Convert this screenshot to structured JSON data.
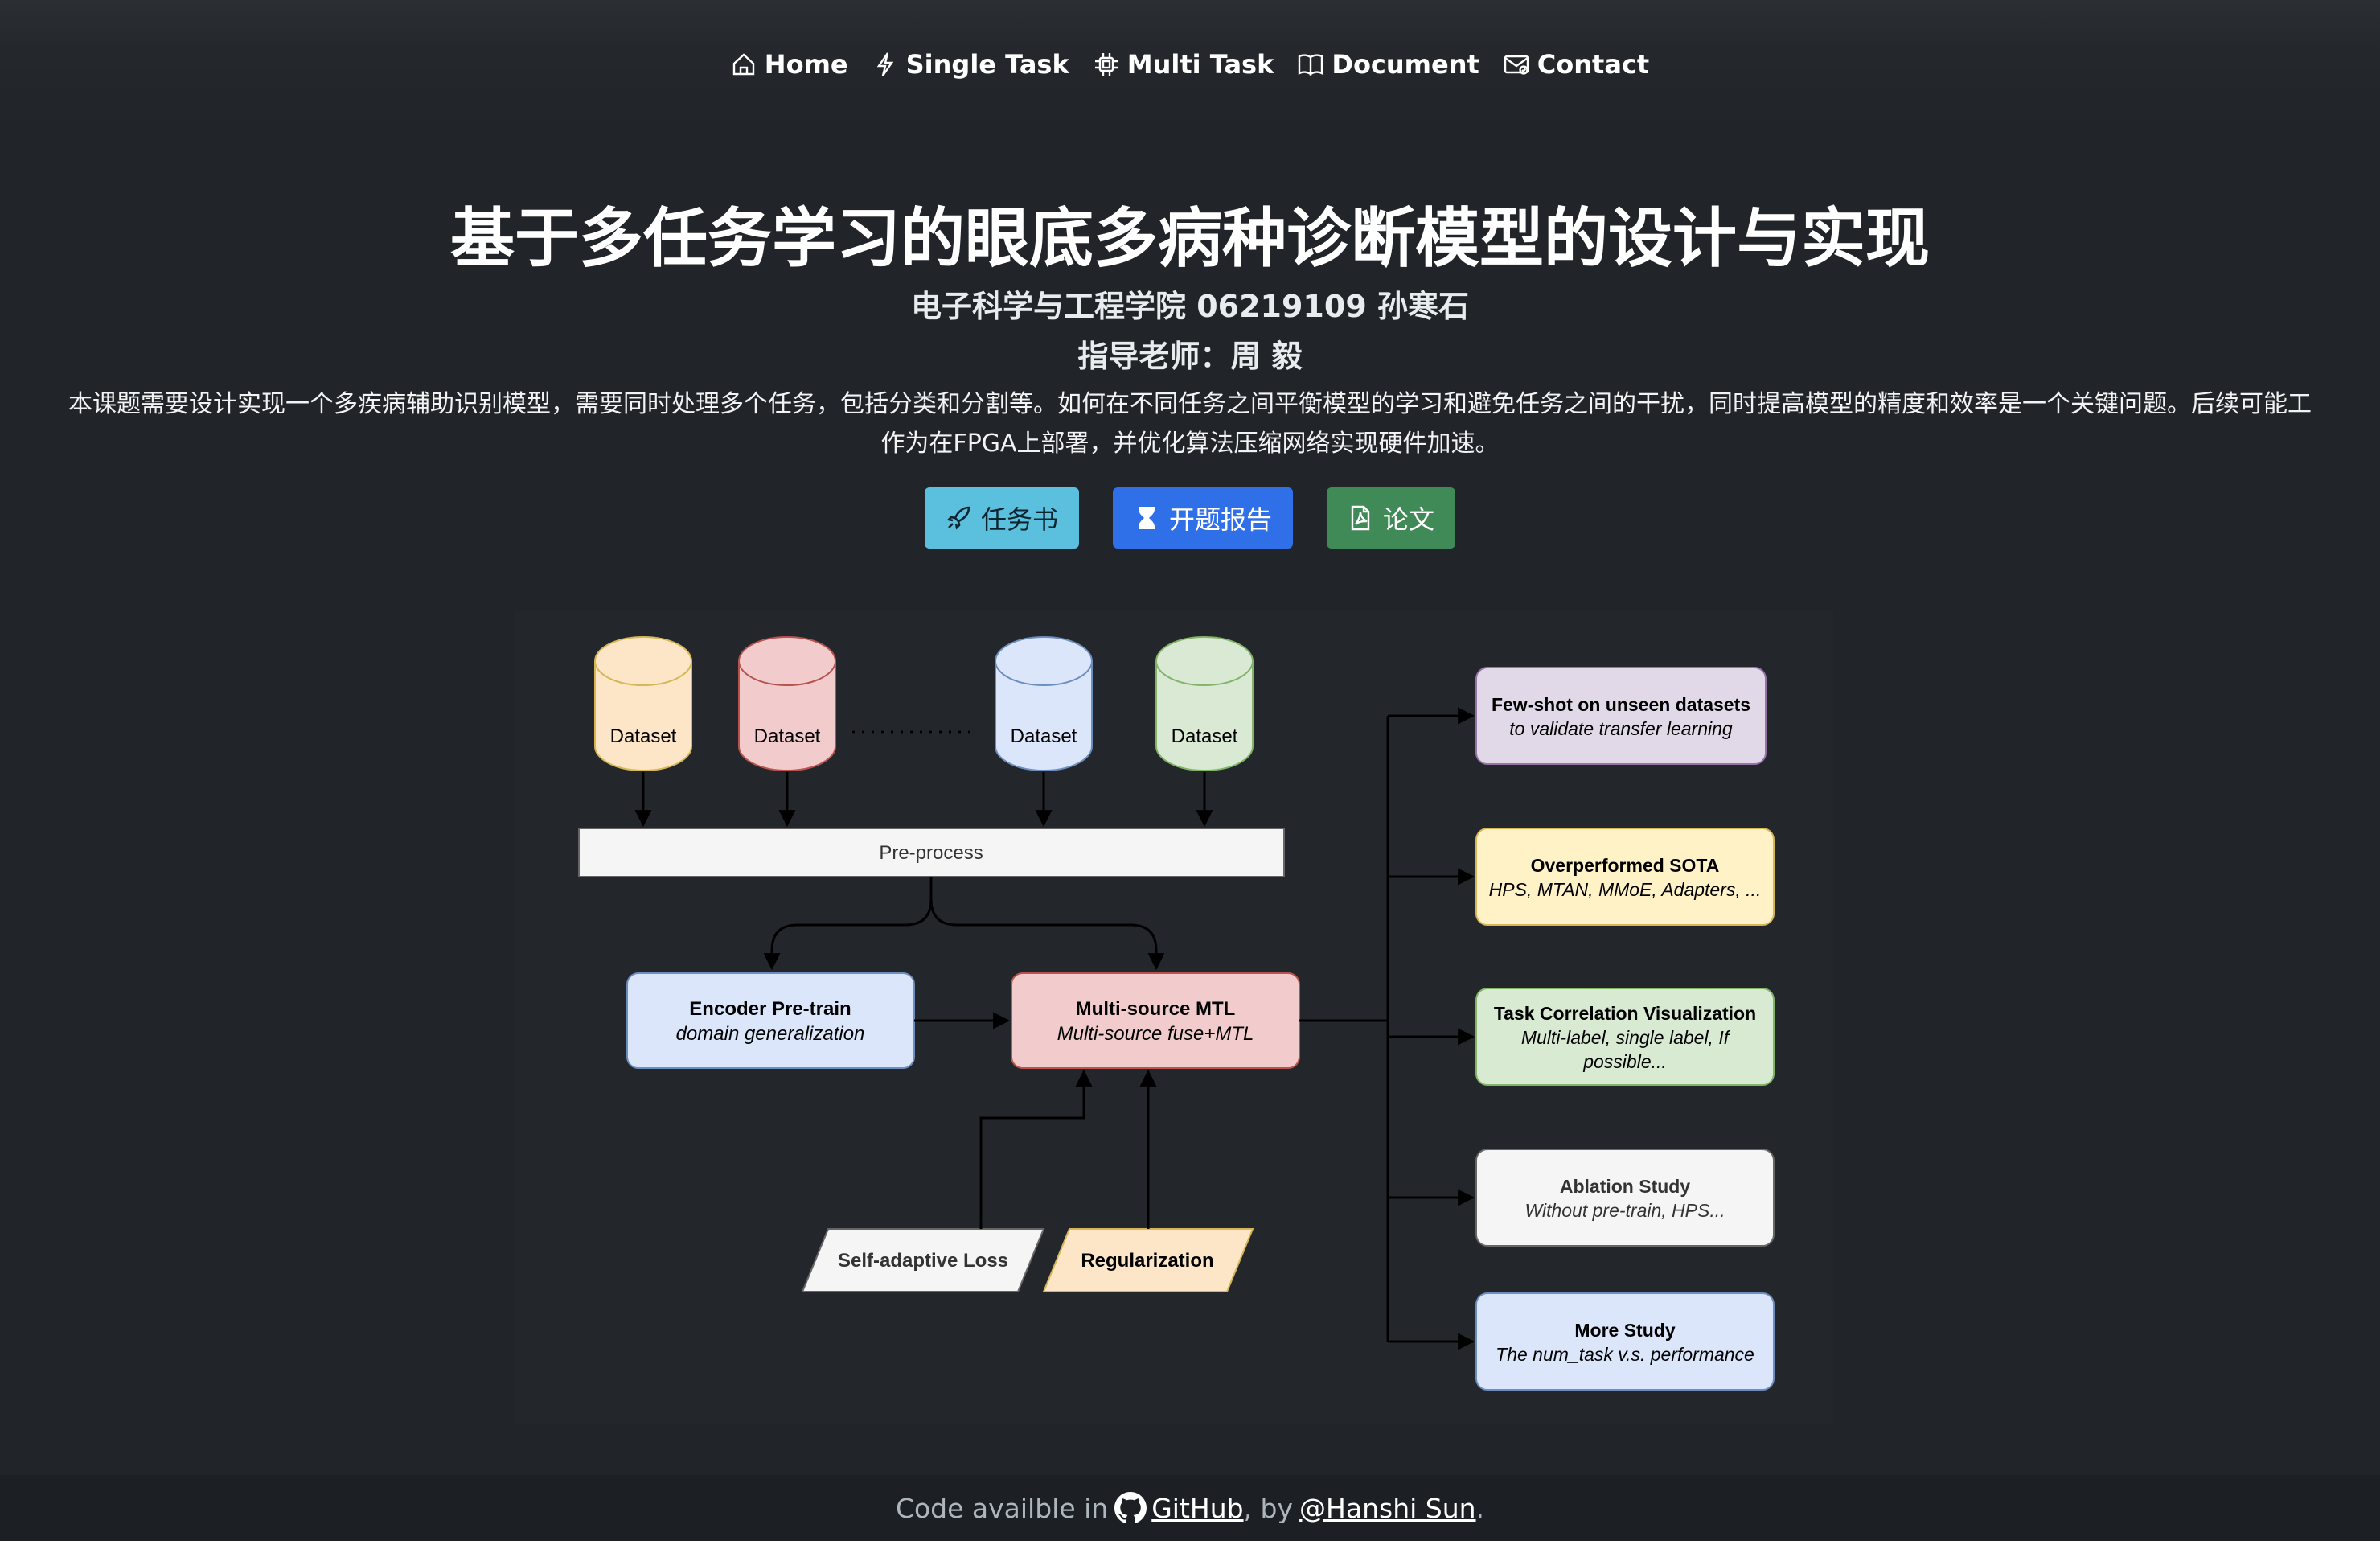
{
  "nav": {
    "items": [
      {
        "label": "Home",
        "icon": "home-icon"
      },
      {
        "label": "Single Task",
        "icon": "lightning-icon"
      },
      {
        "label": "Multi Task",
        "icon": "cpu-icon"
      },
      {
        "label": "Document",
        "icon": "book-icon"
      },
      {
        "label": "Contact",
        "icon": "envelope-icon"
      }
    ]
  },
  "hero": {
    "title": "基于多任务学习的眼底多病种诊断模型的设计与实现",
    "subtitle": "电子科学与工程学院 06219109 孙寒石",
    "advisor": "指导老师：周 毅",
    "description": "本课题需要设计实现一个多疾病辅助识别模型，需要同时处理多个任务，包括分类和分割等。如何在不同任务之间平衡模型的学习和避免任务之间的干扰，同时提高模型的精度和效率是一个关键问题。后续可能工作为在FPGA上部署，并优化算法压缩网络实现硬件加速。"
  },
  "buttons": {
    "task": {
      "label": "任务书",
      "icon": "rocket-icon",
      "color": "#5bc0de"
    },
    "report": {
      "label": "开题报告",
      "icon": "hourglass-icon",
      "color": "#2f6fe8"
    },
    "paper": {
      "label": "论文",
      "icon": "pdf-icon",
      "color": "#3f8a56"
    }
  },
  "diagram": {
    "datasets": [
      "Dataset",
      "Dataset",
      "Dataset",
      "Dataset"
    ],
    "dataset_colors": [
      "#fde6c8",
      "#f2cccc",
      "#dbe6fb",
      "#d9e9d4"
    ],
    "preprocess": "Pre-process",
    "encoder": {
      "title": "Encoder Pre-train",
      "subtitle": "domain generalization"
    },
    "mtl": {
      "title": "Multi-source MTL",
      "subtitle": "Multi-source fuse+MTL"
    },
    "loss": "Self-adaptive Loss",
    "regularization": "Regularization",
    "outcomes": [
      {
        "title": "Few-shot on unseen datasets",
        "subtitle": "to validate transfer learning",
        "color": "#e2d9e8"
      },
      {
        "title": "Overperformed SOTA",
        "subtitle": "HPS, MTAN, MMoE, Adapters, ...",
        "color": "#fff2c6"
      },
      {
        "title": "Task Correlation Visualization",
        "subtitle": "Multi-label, single label, If",
        "subtitle2": "possible...",
        "color": "#d9ead3"
      },
      {
        "title": "Ablation Study",
        "subtitle": "Without pre-train, HPS...",
        "color": "#f5f5f5"
      },
      {
        "title": "More Study",
        "subtitle": "The num_task v.s. performance",
        "color": "#dbe6fb"
      }
    ]
  },
  "footer": {
    "prefix": "Code availble in",
    "github": "GitHub",
    "by": ", by",
    "author": "@Hanshi Sun",
    "suffix": "."
  }
}
